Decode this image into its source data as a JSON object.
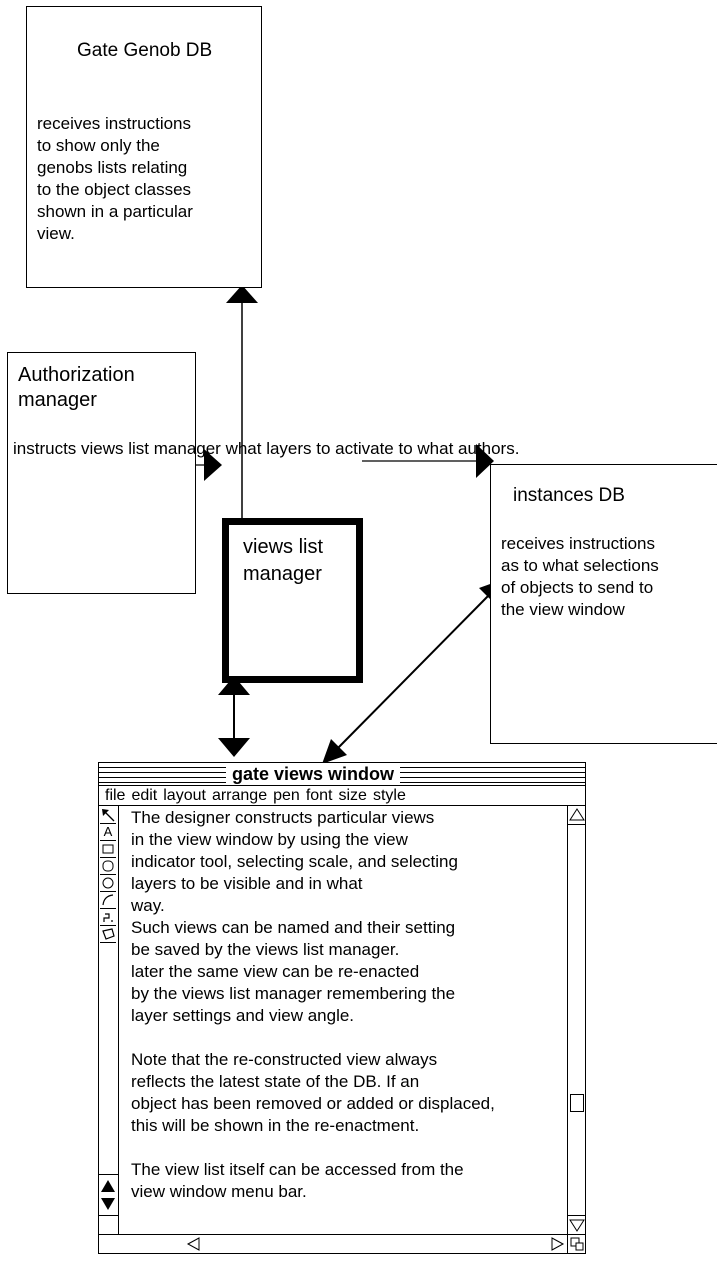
{
  "gate_genob_db": {
    "title": "Gate Genob DB",
    "body": "receives instructions\nto show  only the\ngenobs  lists relating\nto the object classes\nshown in a particular\nview."
  },
  "authorization_manager": {
    "title": "Authorization\nmanager",
    "body": "instructs views list\nmanager what layers\nto activate to what\nauthors."
  },
  "views_list_manager": {
    "title": "views list\nmanager"
  },
  "instances_db": {
    "title": "instances DB",
    "body": "receives instructions\nas to what selections\nof objects to send to\nthe view window"
  },
  "window": {
    "title": "gate views window",
    "menu": [
      "file",
      "edit",
      "layout",
      "arrange",
      "pen",
      "font",
      "size",
      "style"
    ],
    "tools": [
      "arrow-tool-icon",
      "text-tool-icon",
      "rectangle-tool-icon",
      "rounded-rect-tool-icon",
      "oval-tool-icon",
      "arc-tool-icon",
      "freehand-tool-icon",
      "polygon-tool-icon"
    ],
    "content": "The designer constructs particular views\nin the view window by using the view\nindicator tool,  selecting scale, and selecting\nlayers to be visible and in what\nway.\nSuch views can be named and their setting\nbe saved by the views list manager.\nlater the same view can be re-enacted\nby the views list manager remembering the\nlayer settings and view angle.\n\nNote that the re-constructed view always\nreflects the latest state of the DB. If an\nobject has been removed or added or displaced,\nthis will be shown in the re-enactment.\n\nThe view list itself can be accessed from the\nview window menu bar."
  }
}
